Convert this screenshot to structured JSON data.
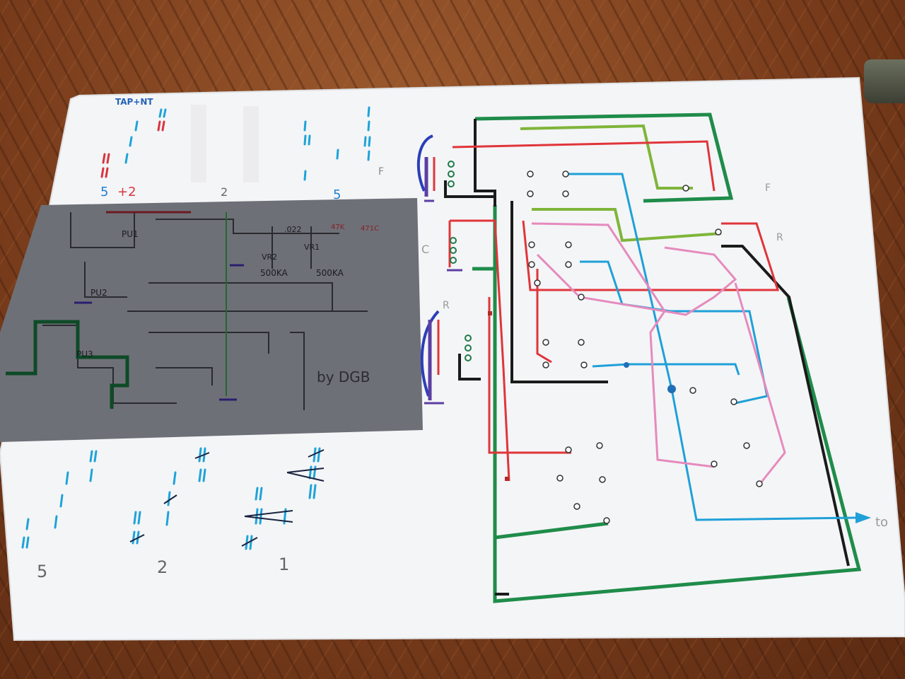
{
  "photo": {
    "subject": "hand-drawn guitar wiring diagram on paper",
    "colors": {
      "paper": "#f4f5f7",
      "printed_schematic_bg": "#6e7077",
      "green_wire": "#1f8c4a",
      "black_wire": "#1b1b1b",
      "red_wire": "#e0353a",
      "blue_wire": "#1fa0d8",
      "pink_wire": "#e58bbd",
      "lime_wire": "#7fb53a",
      "purple_ground": "#5b3fa3",
      "tally_blue": "#1ea3d9",
      "tally_red": "#d8353f"
    }
  },
  "top_notes": {
    "heading": "TAP+NT",
    "count_label_a": "5",
    "count_label_b": "+2",
    "mid_label": "2",
    "right_label": "5",
    "letter_f": "F"
  },
  "schematic": {
    "pu1": "PU1",
    "pu2": "PU2",
    "pu3": "PU3",
    "cap": ".022",
    "vr2": "VR2",
    "vr1": "VR1",
    "vr2_value": "500KA",
    "vr1_value": "500KA",
    "res": "47K",
    "cap2": "471C",
    "credit": "by DGB"
  },
  "bottom_notes": {
    "label_5": "5",
    "label_2": "2",
    "label_1": "1"
  },
  "pickups": {
    "front": "F",
    "center": "C",
    "rear": "R"
  },
  "right_labels": {
    "f": "F",
    "r": "R",
    "output": "to"
  }
}
